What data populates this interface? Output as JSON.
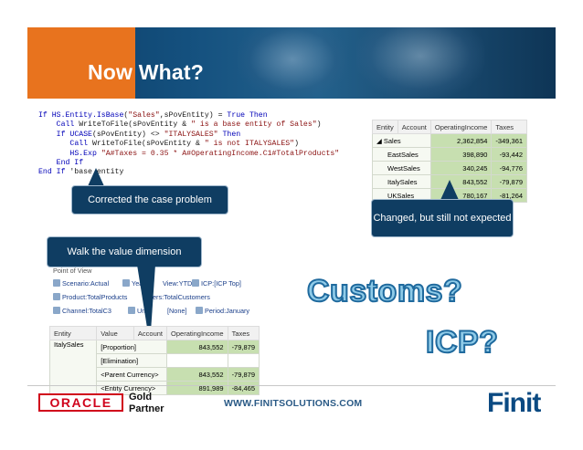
{
  "header": {
    "title": "Now What?"
  },
  "code": [
    {
      "indent": "",
      "parts": [
        {
          "t": "If ",
          "c": "kw"
        },
        {
          "t": "HS.Entity.IsBase",
          "c": "kw"
        },
        {
          "t": "(",
          "c": ""
        },
        {
          "t": "\"Sales\"",
          "c": "str"
        },
        {
          "t": ",sPovEntity) = ",
          "c": ""
        },
        {
          "t": "True Then",
          "c": "kw"
        }
      ]
    },
    {
      "indent": "    ",
      "parts": [
        {
          "t": "Call ",
          "c": "kw"
        },
        {
          "t": "WriteToFile(sPovEntity & ",
          "c": ""
        },
        {
          "t": "\" is a base entity of Sales\"",
          "c": "str"
        },
        {
          "t": ")",
          "c": ""
        }
      ]
    },
    {
      "indent": "    ",
      "parts": [
        {
          "t": "If ",
          "c": "kw"
        },
        {
          "t": "UCASE",
          "c": "kw"
        },
        {
          "t": "(sPovEntity) <> ",
          "c": ""
        },
        {
          "t": "\"ITALYSALES\"",
          "c": "str"
        },
        {
          "t": " Then",
          "c": "kw"
        }
      ]
    },
    {
      "indent": "       ",
      "parts": [
        {
          "t": "Call ",
          "c": "kw"
        },
        {
          "t": "WriteToFile(sPovEntity & ",
          "c": ""
        },
        {
          "t": "\" is not ITALYSALES\"",
          "c": "str"
        },
        {
          "t": ")",
          "c": ""
        }
      ]
    },
    {
      "indent": "       ",
      "parts": [
        {
          "t": "HS.Exp ",
          "c": "kw"
        },
        {
          "t": "\"A#Taxes = 0.35 * A#OperatingIncome.C1#TotalProducts\"",
          "c": "str"
        }
      ]
    },
    {
      "indent": "    ",
      "parts": [
        {
          "t": "End If",
          "c": "kw"
        }
      ]
    },
    {
      "indent": "",
      "parts": [
        {
          "t": "End If",
          "c": "kw"
        },
        {
          "t": " 'base ",
          "c": ""
        },
        {
          "t": "entity",
          "c": ""
        }
      ]
    }
  ],
  "grid_top": {
    "headers": [
      "Entity",
      "Account",
      "OperatingIncome",
      "Taxes"
    ],
    "rows": [
      {
        "label": "◢ Sales",
        "oi": "2,362,854",
        "tax": "-349,361"
      },
      {
        "label": "EastSales",
        "oi": "398,890",
        "tax": "-93,442"
      },
      {
        "label": "WestSales",
        "oi": "340,245",
        "tax": "-94,776"
      },
      {
        "label": "ItalySales",
        "oi": "843,552",
        "tax": "-79,879"
      },
      {
        "label": "UKSales",
        "oi": "780,167",
        "tax": "-81,264"
      }
    ]
  },
  "callouts": {
    "corrected": "Corrected the case problem",
    "changed": "Changed, but still not expected",
    "walk": "Walk the value dimension"
  },
  "pov": {
    "heading": "Point of View",
    "scenario": "Scenario:Actual",
    "year": "Year",
    "view": "View:YTD",
    "icp": "ICP:[ICP Top]",
    "product": "Product:TotalProducts",
    "customers": "ers:TotalCustomers",
    "channel": "Channel:TotalC3",
    "units": "Units",
    "none": "[None]",
    "period": "Period:January"
  },
  "grid_bottom": {
    "headers": [
      "Entity",
      "Value",
      "Account",
      "OperatingIncome",
      "Taxes"
    ],
    "entity": "ItalySales",
    "rows": [
      {
        "value": "[Proportion]",
        "oi": "843,552",
        "tax": "-79,879"
      },
      {
        "value": "[Elimination]",
        "oi": "",
        "tax": ""
      },
      {
        "value": "<Parent Currency>",
        "oi": "843,552",
        "tax": "-79,879"
      },
      {
        "value": "<Entity Currency>",
        "oi": "891,989",
        "tax": "-84,465"
      }
    ]
  },
  "big_text": {
    "customs": "Customs?",
    "icp": "ICP?"
  },
  "footer": {
    "oracle": "ORACLE",
    "gold": "Gold",
    "partner": "Partner",
    "url": "WWW.FINITSOLUTIONS.COM",
    "brand": "Finit"
  },
  "colors": {
    "accent_orange": "#e8731e",
    "callout_blue": "#0f3d62",
    "cell_green": "#c7dfb0",
    "oracle_red": "#d0021b"
  }
}
